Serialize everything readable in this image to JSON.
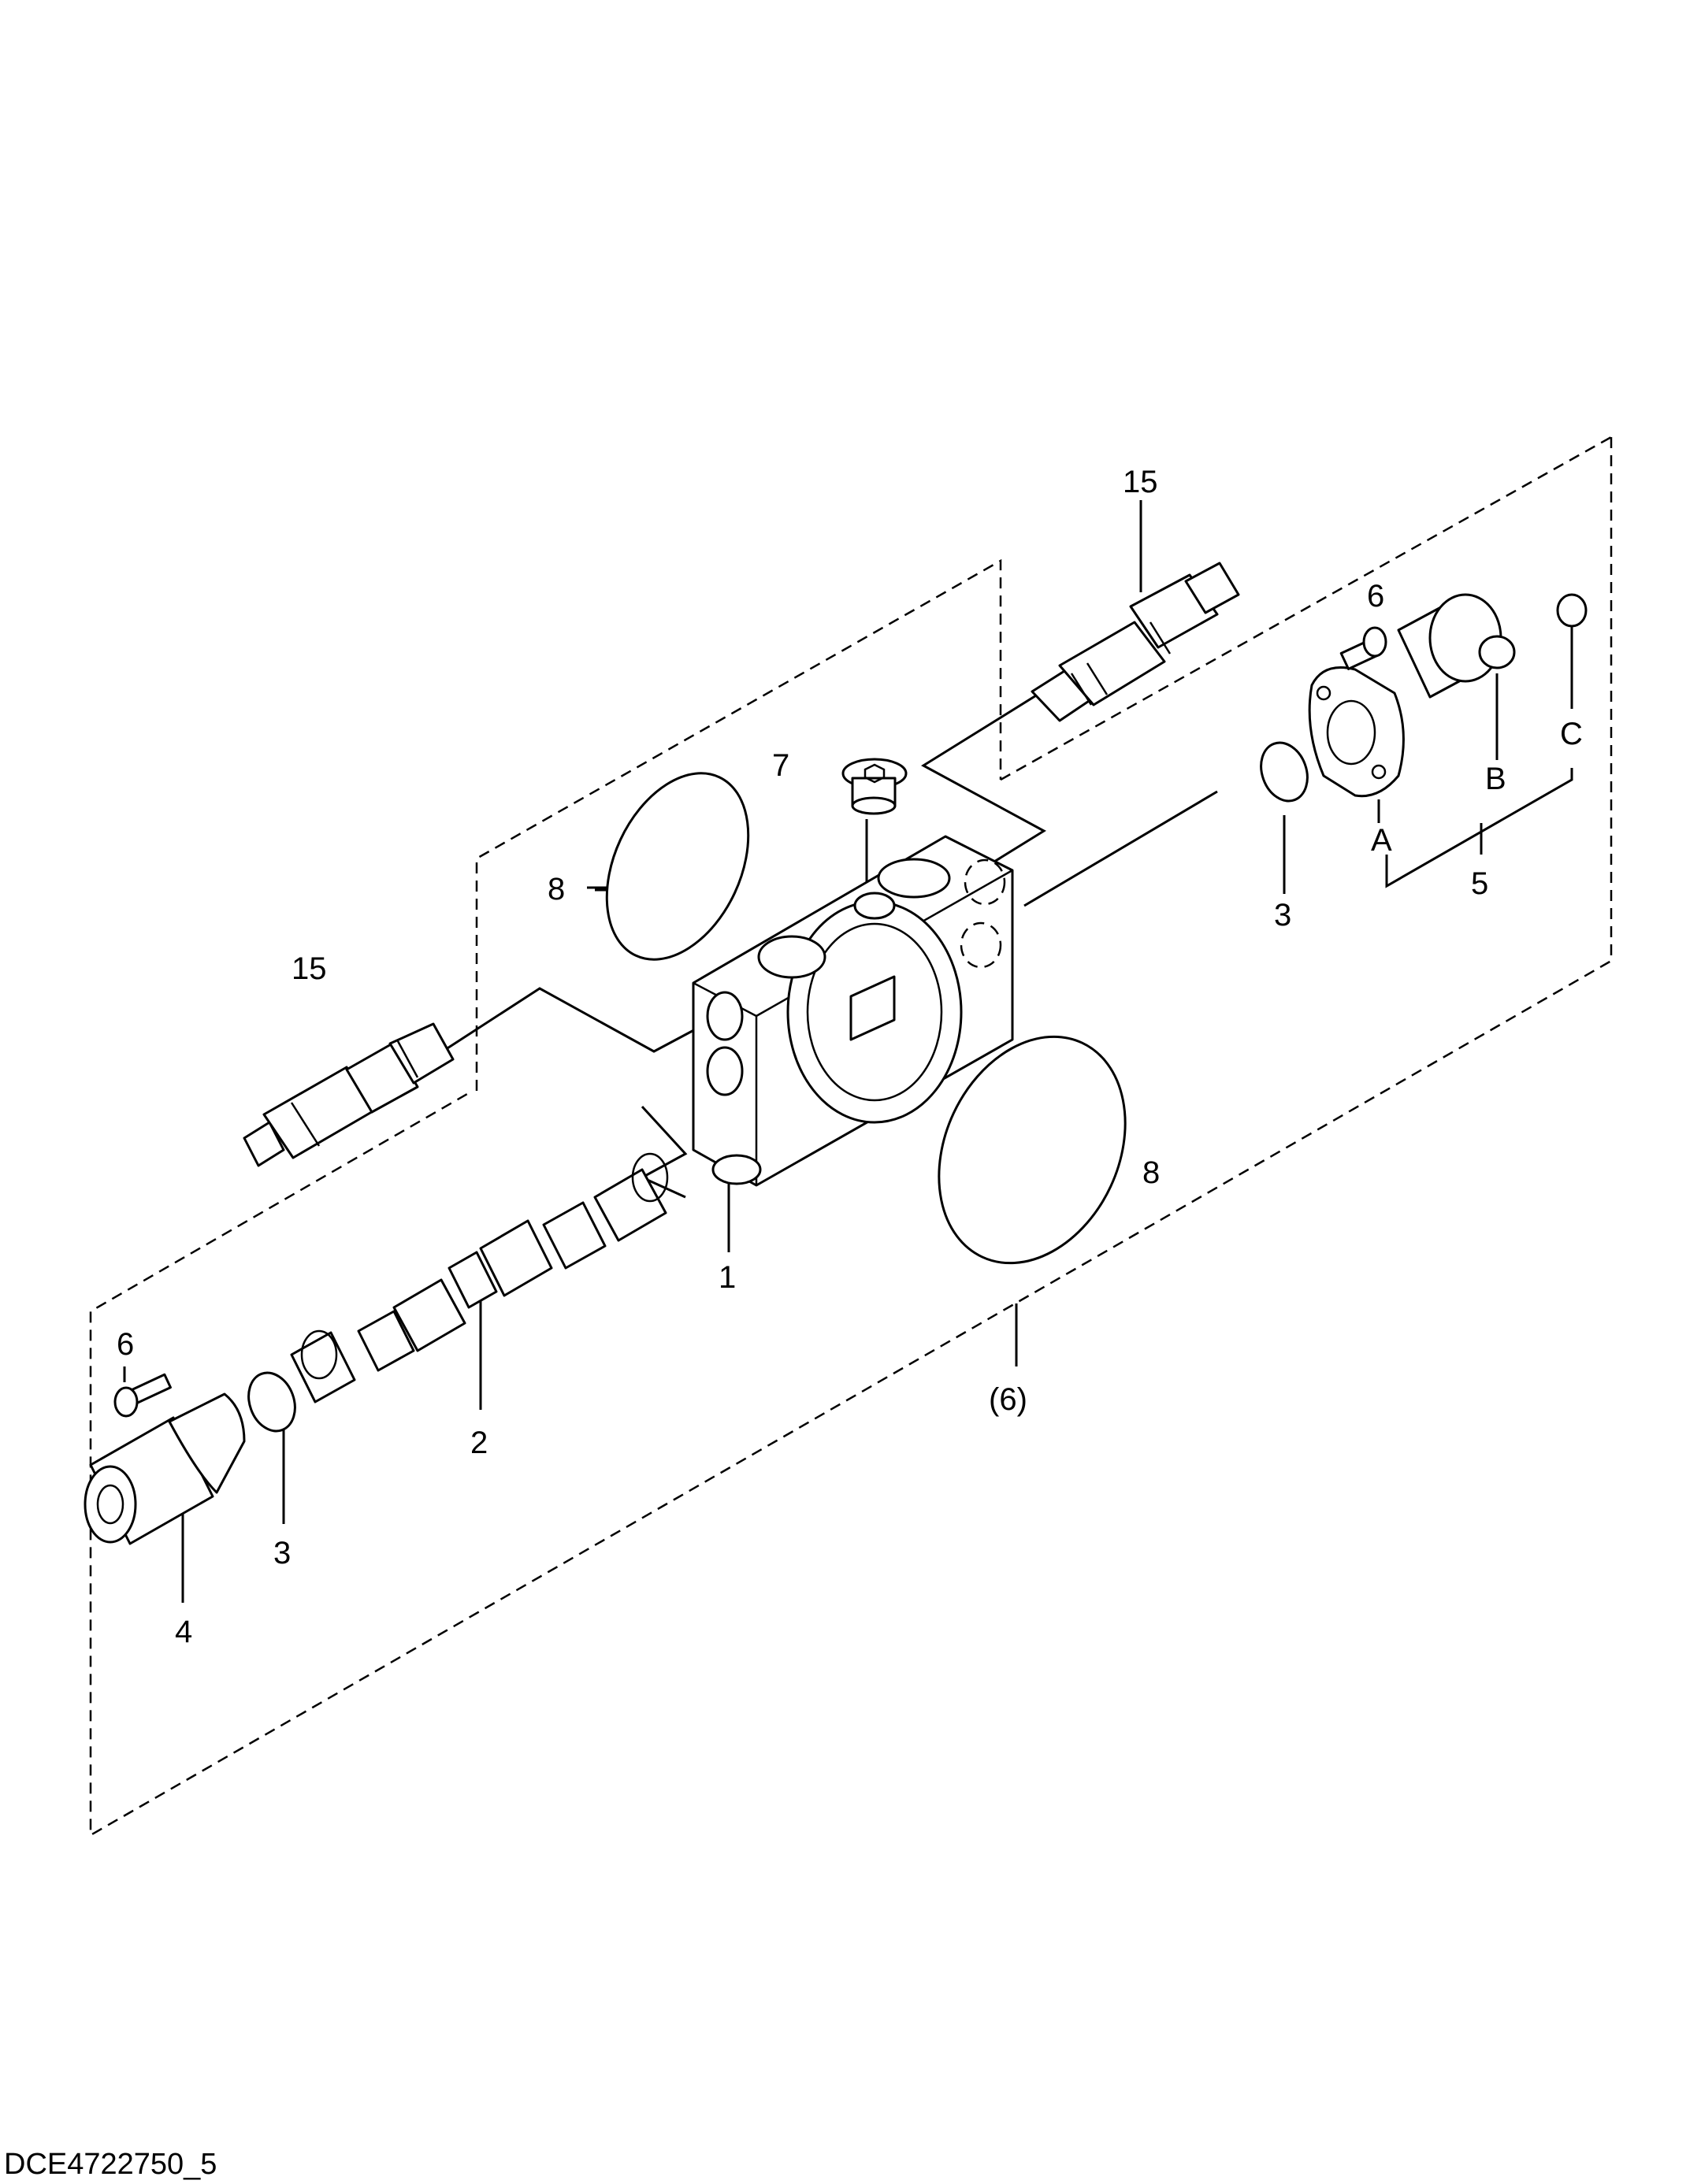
{
  "drawing_code": "DCE4722750_5",
  "callouts": {
    "relief_valve_top": "15",
    "relief_valve_left": "15",
    "plug": "7",
    "oring_left": "8",
    "oring_right": "8",
    "oring_small_right": "3",
    "oring_small_left": "3",
    "screw_right": "6",
    "screw_left": "6",
    "sub_a": "A",
    "sub_b": "B",
    "sub_c": "C",
    "cover_assy": "5",
    "housing": "1",
    "spool": "2",
    "cap": "4",
    "section_assy": "(6)"
  }
}
